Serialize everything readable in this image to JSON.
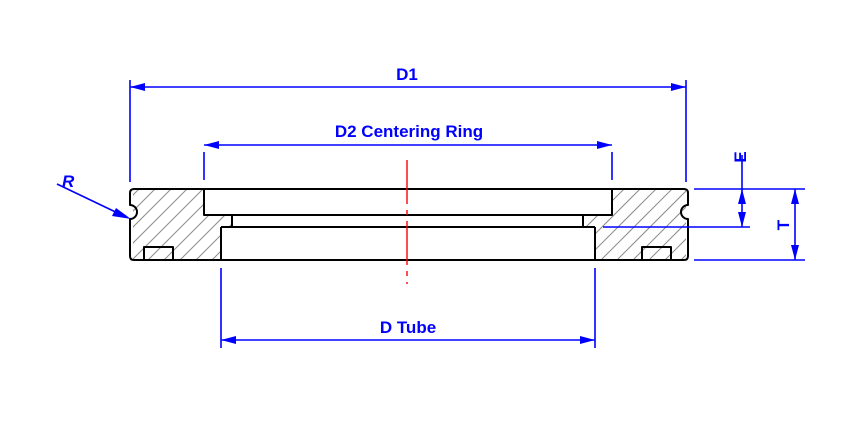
{
  "drawing": {
    "title": "KF flange centering ring cross-section",
    "colors": {
      "dimension": "#0000ff",
      "outline": "#000000",
      "centerline": "#ff0000",
      "hatch": "#8c8c8c"
    },
    "dimensions": {
      "d1": "D1",
      "d2": "D2 Centering Ring",
      "d_tube": "D Tube",
      "radius": "R",
      "e": "E",
      "t": "T"
    }
  }
}
